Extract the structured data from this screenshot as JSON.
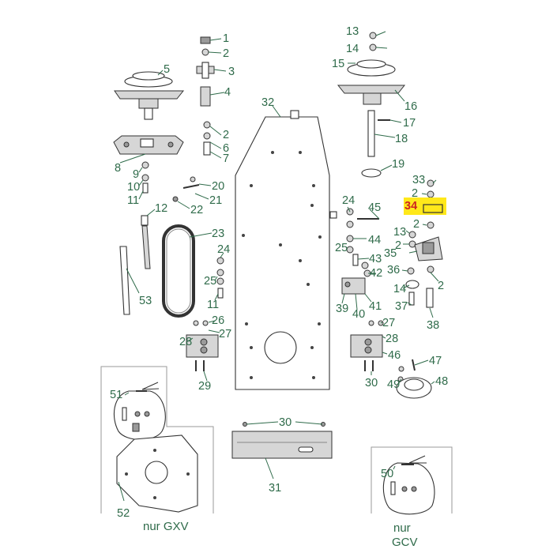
{
  "callouts": {
    "c1": "1",
    "c2a": "2",
    "c3": "3",
    "c4": "4",
    "c5": "5",
    "c2b": "2",
    "c6": "6",
    "c7": "7",
    "c8": "8",
    "c9": "9",
    "c10": "10",
    "c11a": "11",
    "c12": "12",
    "c13a": "13",
    "c14a": "14",
    "c15": "15",
    "c16": "16",
    "c17": "17",
    "c18": "18",
    "c19": "19",
    "c20": "20",
    "c21": "21",
    "c22": "22",
    "c23": "23",
    "c24a": "24",
    "c24b": "24",
    "c25a": "25",
    "c25b": "25",
    "c11b": "11",
    "c26": "26",
    "c27a": "27",
    "c28a": "28",
    "c29": "29",
    "c32": "32",
    "c33": "33",
    "c2c": "2",
    "c34": "34",
    "c2d": "2",
    "c13b": "13",
    "c35": "35",
    "c2e": "2",
    "c36": "36",
    "c14b": "14",
    "c2f": "2",
    "c37": "37",
    "c38": "38",
    "c45": "45",
    "c44": "44",
    "c43": "43",
    "c42": "42",
    "c39": "39",
    "c40": "40",
    "c41": "41",
    "c27b": "27",
    "c28b": "28",
    "c46": "46",
    "c47": "47",
    "c48": "48",
    "c49": "49",
    "c30a": "30",
    "c30b": "30",
    "c31": "31",
    "c51": "51",
    "c52": "52",
    "c53": "53",
    "c50": "50"
  },
  "captions": {
    "gxv": "nur GXV",
    "gcv_1": "nur",
    "gcv_2": "GCV"
  },
  "highlight_color": "#ffe81a",
  "label_color": "#2f6b4a"
}
